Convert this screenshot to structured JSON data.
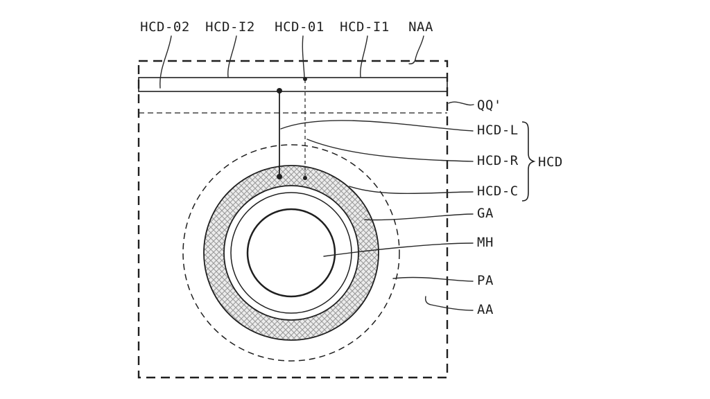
{
  "figure": {
    "top_labels": [
      "HCD-02",
      "HCD-I2",
      "HCD-01",
      "HCD-I1",
      "NAA"
    ],
    "right_labels": [
      "QQ'",
      "HCD-L",
      "HCD-R",
      "HCD-C",
      "GA",
      "MH",
      "PA",
      "AA"
    ],
    "group_label": "HCD",
    "colors": {
      "ink": "#1f1f1f",
      "hatch_fill": "#ececec",
      "hatch_line": "#9a9a9a",
      "background": "#ffffff"
    }
  }
}
